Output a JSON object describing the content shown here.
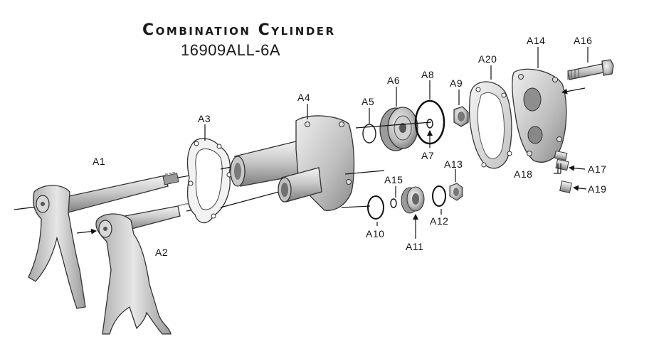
{
  "title": "Combination Cylinder",
  "part_number": "16909ALL-6A",
  "labels": {
    "a1": "A1",
    "a2": "A2",
    "a3": "A3",
    "a4": "A4",
    "a5": "A5",
    "a6": "A6",
    "a7": "A7",
    "a8": "A8",
    "a9": "A9",
    "a10": "A10",
    "a11": "A11",
    "a12": "A12",
    "a13": "A13",
    "a14": "A14",
    "a15": "A15",
    "a16": "A16",
    "a17": "A17",
    "a18": "A18",
    "a19": "A19",
    "a20": "A20"
  }
}
